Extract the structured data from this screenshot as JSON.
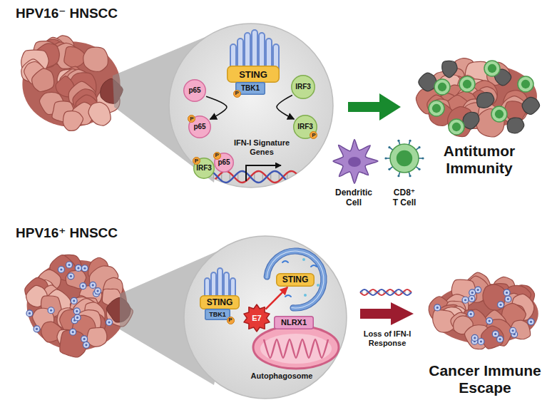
{
  "diagram": {
    "nodes": [
      {
        "text": [
          "STING"
        ]
      },
      {
        "text": [
          "TBK1",
          "P"
        ]
      },
      {
        "text": [
          "p65"
        ]
      },
      {
        "text": [
          "IRF3"
        ]
      },
      {
        "text": [
          "p65",
          "P"
        ]
      },
      {
        "text": [
          "IRF3",
          "P"
        ]
      },
      {
        "text": [
          "IRF3",
          "P"
        ]
      },
      {
        "text": [
          "p65",
          "P"
        ]
      },
      {
        "text": [
          "STING"
        ]
      },
      {
        "text": [
          "TBK1",
          "P"
        ]
      },
      {
        "text": [
          "STING"
        ]
      },
      {
        "text": [
          "E7"
        ]
      },
      {
        "text": [
          "NLRX1"
        ]
      }
    ],
    "edges": [
      {
        "from": 2,
        "to": 4,
        "arrow": "to"
      },
      {
        "from": 3,
        "to": 5,
        "arrow": "to"
      },
      {
        "from": 11,
        "to": 10,
        "arrow": "to"
      }
    ],
    "labels": [
      "HPV16⁻ HNSCC",
      "IFN-I Signature Genes",
      "Dendritic Cell",
      "CD8⁺ T Cell",
      "Antitumor Immunity",
      "HPV16⁺ HNSCC",
      "Autophagosome",
      "Loss of IFN-I Response",
      "Cancer Immune Escape"
    ]
  }
}
